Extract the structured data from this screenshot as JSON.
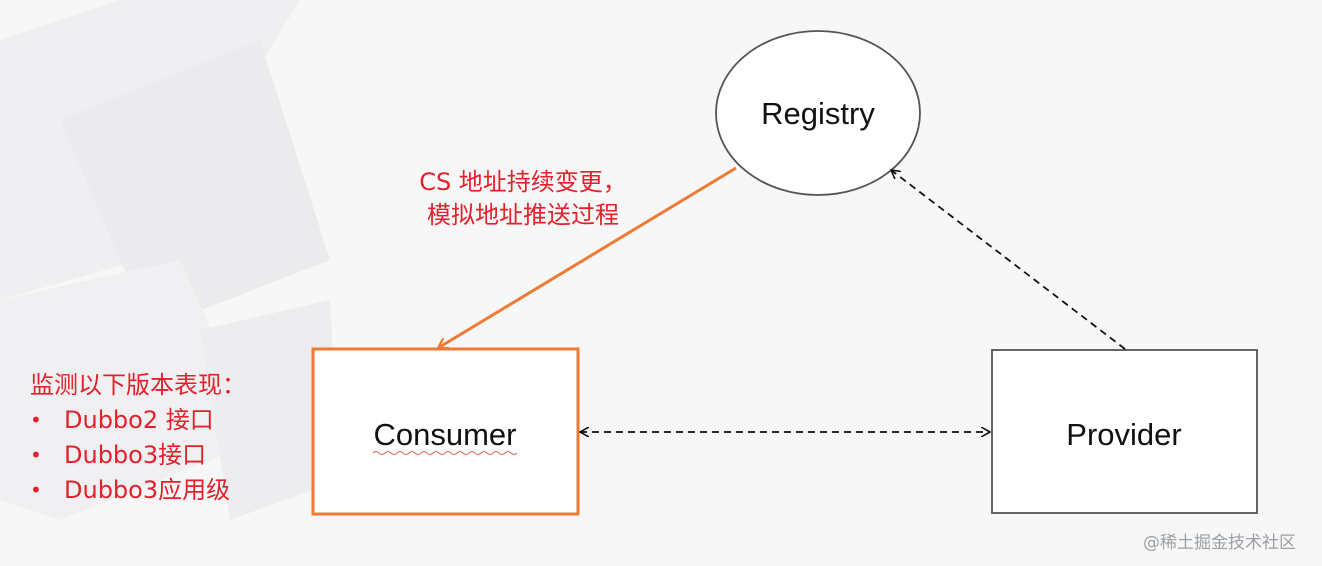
{
  "nodes": {
    "registry": "Registry",
    "consumer": "Consumer",
    "provider": "Provider"
  },
  "annotation": {
    "line1": "CS 地址持续变更，",
    "line2": "模拟地址推送过程"
  },
  "monitor": {
    "title": "监测以下版本表现：",
    "items": [
      "Dubbo2 接口",
      "Dubbo3接口",
      "Dubbo3应用级"
    ]
  },
  "watermark": "@稀土掘金技术社区",
  "colors": {
    "accent_orange": "#ee7b35",
    "note_red": "#e3212b",
    "edge_dark": "#111111",
    "node_border": "#555555"
  }
}
